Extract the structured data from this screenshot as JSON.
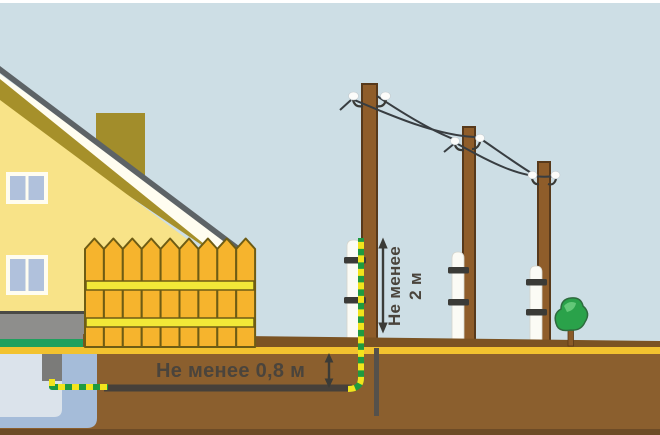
{
  "labels": {
    "cable_depth": "Не менее 0,8 м",
    "riser_height_line1": "Не менее",
    "riser_height_line2": "2 м"
  },
  "colors": {
    "sky": "#cddee5",
    "house_wall": "#f8e388",
    "roof_olive": "#a6902a",
    "roof_edge_gray": "#5d6366",
    "window_pane": "#b0c1dc",
    "foundation_gray": "#8e8e8c",
    "grass_green": "#1fa05e",
    "fence_picket": "#f6b42d",
    "fence_rail": "#f2e838",
    "fence_outline": "#6e5c14",
    "ground_brown": "#8b5f2e",
    "ground_surface": "#7b5323",
    "ground_stripe_yellow": "#f2c22f",
    "ground_dark_bottom": "#6d4b26",
    "basement_outer": "#a5bcd9",
    "basement_inner": "#dbe3eb",
    "pole_brown": "#8f5d2a",
    "wire_dark": "#383d41",
    "conduit_white": "#fbfbf5",
    "cable_black": "#46403a",
    "cable_green": "#1f9a40",
    "cable_yellow": "#f2e41c",
    "tree_green": "#2aa24a",
    "tree_light_green": "#63c878",
    "label_text": "#4a443c",
    "arrow": "#3b3b37"
  }
}
